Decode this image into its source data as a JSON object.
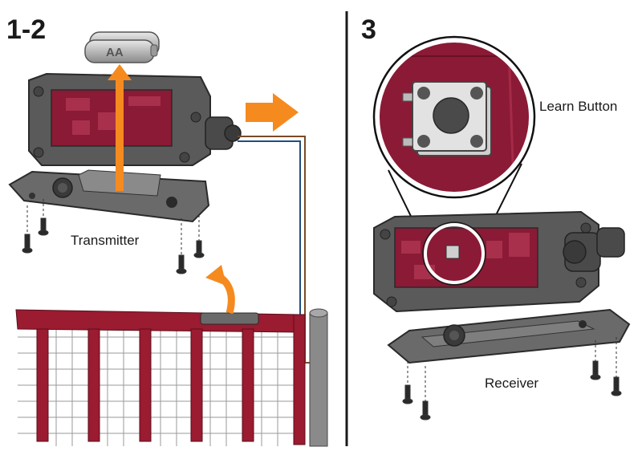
{
  "steps": {
    "left": "1-2",
    "right": "3"
  },
  "labels": {
    "transmitter": "Transmitter",
    "receiver": "Receiver",
    "learn_button": "Learn Button",
    "battery": "AA"
  },
  "colors": {
    "arrow": "#f58a1f",
    "pcb": "#8a1a35",
    "housing": "#5a5a5a",
    "gate": "#9b1b30"
  }
}
